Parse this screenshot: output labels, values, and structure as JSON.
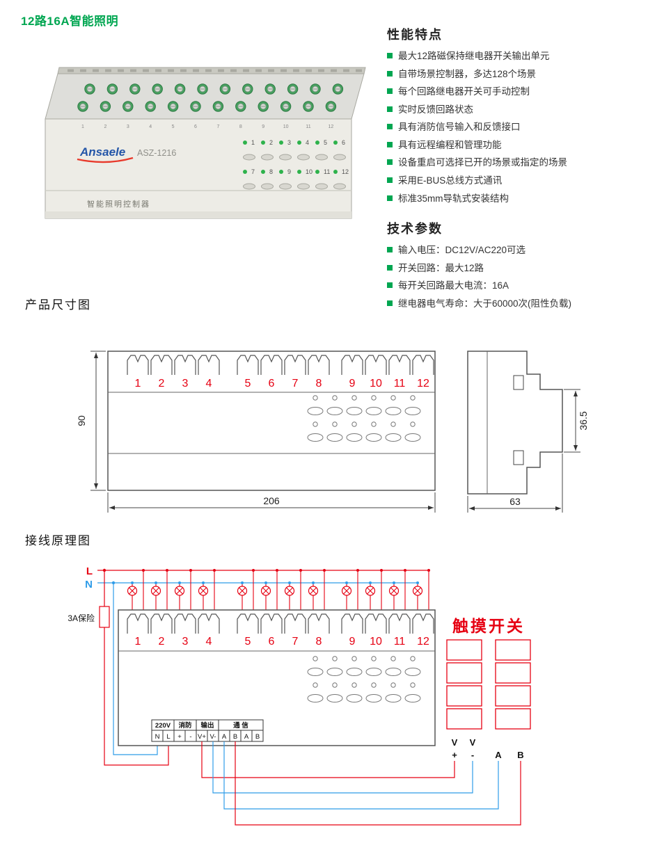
{
  "page": {
    "title": "12路16A智能照明"
  },
  "channels": [
    "1",
    "2",
    "3",
    "4",
    "5",
    "6",
    "7",
    "8",
    "9",
    "10",
    "11",
    "12"
  ],
  "product": {
    "brand": "Ansaele",
    "model": "ASZ-1216",
    "name_label": "智能照明控制器"
  },
  "features": {
    "heading": "性能特点",
    "items": [
      "最大12路磁保持继电器开关输出单元",
      "自带场景控制器，多达128个场景",
      "每个回路继电器开关可手动控制",
      "实时反馈回路状态",
      "具有消防信号输入和反馈接口",
      "具有远程编程和管理功能",
      "设备重启可选择已开的场景或指定的场景",
      "采用E-BUS总线方式通讯",
      "标准35mm导轨式安装结构"
    ]
  },
  "specs": {
    "heading": "技术参数",
    "items": [
      "输入电压：DC12V/AC220可选",
      "开关回路：最大12路",
      "每开关回路最大电流：16A",
      "继电器电气寿命：大于60000次(阻性负载)"
    ]
  },
  "dimensions": {
    "heading": "产品尺寸图",
    "height": "90",
    "width": "206",
    "depth": "63",
    "rail_height": "36.5"
  },
  "wiring": {
    "heading": "接线原理图",
    "phase_label": "L",
    "neutral_label": "N",
    "fuse_label": "3A保险",
    "touch_switch_title": "触摸开关",
    "terminal_groups": [
      "220V",
      "消防",
      "输出",
      "通 信"
    ],
    "terminal_cells": [
      "N",
      "L",
      "+",
      "-",
      "V+",
      "V-",
      "A",
      "B",
      "A",
      "B"
    ],
    "switch_row_top": [
      "V",
      "V"
    ],
    "switch_row_bottom": [
      "+",
      "-"
    ],
    "switch_ab": [
      "A",
      "B"
    ]
  },
  "colors": {
    "title_green": "#00a651",
    "red": "#e60012",
    "blue": "#2f9ce8",
    "brand_blue": "#2456a8",
    "led_green": "#2eb24c",
    "line_dark": "#555555"
  }
}
